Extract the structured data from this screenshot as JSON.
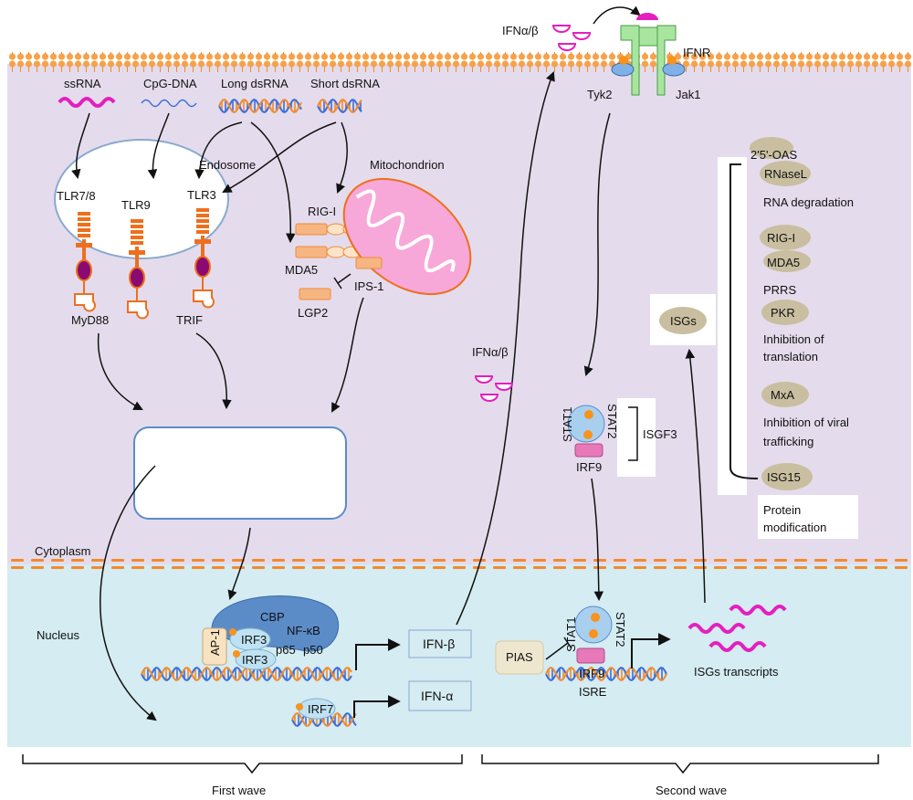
{
  "colors": {
    "cytoplasm": "#e4dcec",
    "nucleus": "#d4ecf2",
    "membrane": "#f28a2e",
    "membrane_dot": "#f5a24a",
    "receptor_orange": "#ee6f1c",
    "adaptor_purple": "#8b0a72",
    "rig_like": "#f7b582",
    "mito_fill": "#f7a8d8",
    "ifn_magenta": "#e41fbf",
    "isg_pill": "#c9bfa0",
    "stat_blue": "#a9cfef",
    "irf9_pink": "#e879b8",
    "orange_dot": "#f7931e",
    "dna_blue": "#3e6ed9",
    "dna_orange": "#f28a2e",
    "box_blue": "#8aa9cf"
  },
  "ligands": {
    "ssrna": "ssRNA",
    "cpg_dna": "CpG-DNA",
    "long_dsrna": "Long dsRNA",
    "short_dsrna": "Short dsRNA"
  },
  "endosome": {
    "label": "Endosome",
    "tlr78": "TLR7/8",
    "tlr9": "TLR9",
    "tlr3": "TLR3"
  },
  "adaptors": {
    "myd88": "MyD88",
    "trif": "TRIF"
  },
  "rlr": {
    "rig_i": "RIG-I",
    "mda5": "MDA5",
    "lgp2": "LGP2",
    "ips1": "IPS-1",
    "mitochondrion": "Mitochondrion"
  },
  "compartments": {
    "cytoplasm": "Cytoplasm",
    "nucleus": "Nucleus"
  },
  "first_nucleus": {
    "cbp": "CBP",
    "nfkb": "NF-κB",
    "ap1": "AP-1",
    "irf3a": "IRF3",
    "irf3b": "IRF3",
    "p65": "p65",
    "p50": "p50",
    "irf7": "IRF7",
    "ifn_beta": "IFN-β",
    "ifn_alpha": "IFN-α"
  },
  "ifn_labels": {
    "top": "IFNα/β",
    "mid": "IFNα/β"
  },
  "receptor": {
    "ifnr": "IFNR",
    "tyk2": "Tyk2",
    "jak1": "Jak1"
  },
  "isgf3": {
    "stat1": "STAT1",
    "stat2": "STAT2",
    "irf9": "IRF9",
    "label": "ISGF3"
  },
  "second_nucleus": {
    "pias": "PIAS",
    "stat1": "STAT1",
    "stat2": "STAT2",
    "irf9": "IRF9",
    "isre": "ISRE",
    "isgs_transcripts": "ISGs transcripts"
  },
  "isgs": {
    "label": "ISGs",
    "items": [
      {
        "pill": "2'5'-OAS",
        "pill2": "RNaseL",
        "caption": "RNA degradation"
      },
      {
        "pill": "RIG-I",
        "pill2": "MDA5",
        "caption": "PRRS"
      },
      {
        "pill": "PKR",
        "caption1": "Inhibition of",
        "caption2": "translation"
      },
      {
        "pill": "MxA",
        "caption1": "Inhibition of viral",
        "caption2": "trafficking"
      },
      {
        "pill": "ISG15",
        "caption1": "Protein",
        "caption2": "modification"
      }
    ]
  },
  "waves": {
    "first": "First wave",
    "second": "Second wave"
  }
}
